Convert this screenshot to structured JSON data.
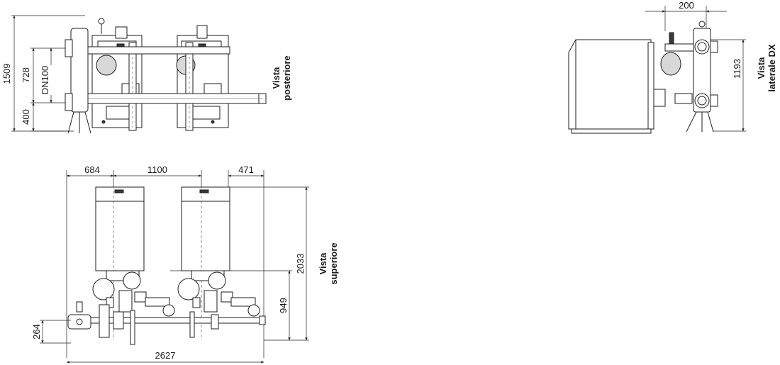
{
  "views": {
    "rear": {
      "label_line1": "Vista",
      "label_line2": "posteriore"
    },
    "side": {
      "label_line1": "Vista",
      "label_line2": "laterale DX"
    },
    "top": {
      "label_line1": "Vista",
      "label_line2": "superiore"
    }
  },
  "dimensions": {
    "rear_height": "1509",
    "rear_728": "728",
    "rear_dn": "DN100",
    "rear_400": "400",
    "side_200": "200",
    "side_1193": "1193",
    "top_684": "684",
    "top_1100": "1100",
    "top_471": "471",
    "top_2033": "2033",
    "top_949": "949",
    "top_264": "264",
    "top_2627": "2627"
  }
}
